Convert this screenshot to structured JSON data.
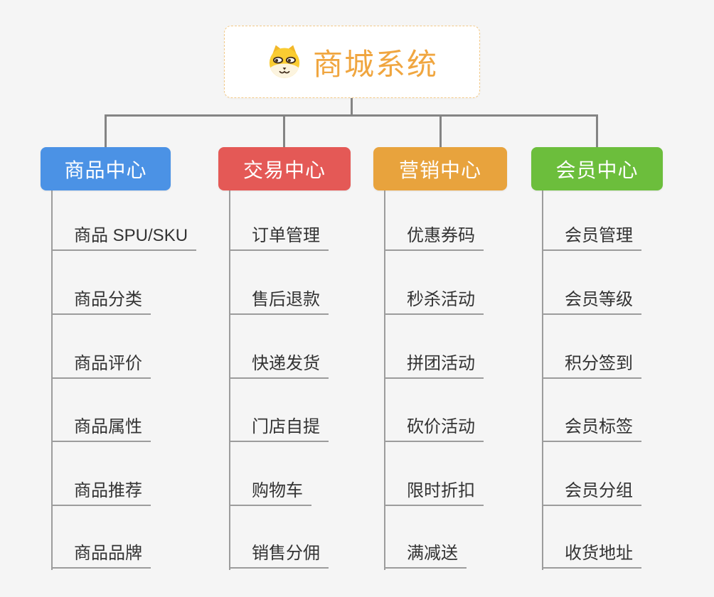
{
  "root": {
    "title": "商城系统",
    "icon": "dog-mascot-icon"
  },
  "theme": {
    "background": "#F5F5F5",
    "root_border": "#F3C987",
    "root_text": "#F0A640",
    "connector_line": "#848484",
    "leaf_line": "#9C9C9C",
    "leaf_text": "#333333",
    "branch_text": "#FFFFFF"
  },
  "branches": [
    {
      "label": "商品中心",
      "color": "#4B92E5",
      "items": [
        "商品 SPU/SKU",
        "商品分类",
        "商品评价",
        "商品属性",
        "商品推荐",
        "商品品牌"
      ]
    },
    {
      "label": "交易中心",
      "color": "#E45956",
      "items": [
        "订单管理",
        "售后退款",
        "快递发货",
        "门店自提",
        "购物车",
        "销售分佣"
      ]
    },
    {
      "label": "营销中心",
      "color": "#E8A33D",
      "items": [
        "优惠券码",
        "秒杀活动",
        "拼团活动",
        "砍价活动",
        "限时折扣",
        "满减送"
      ]
    },
    {
      "label": "会员中心",
      "color": "#6CBE3C",
      "items": [
        "会员管理",
        "会员等级",
        "积分签到",
        "会员标签",
        "会员分组",
        "收货地址"
      ]
    }
  ]
}
